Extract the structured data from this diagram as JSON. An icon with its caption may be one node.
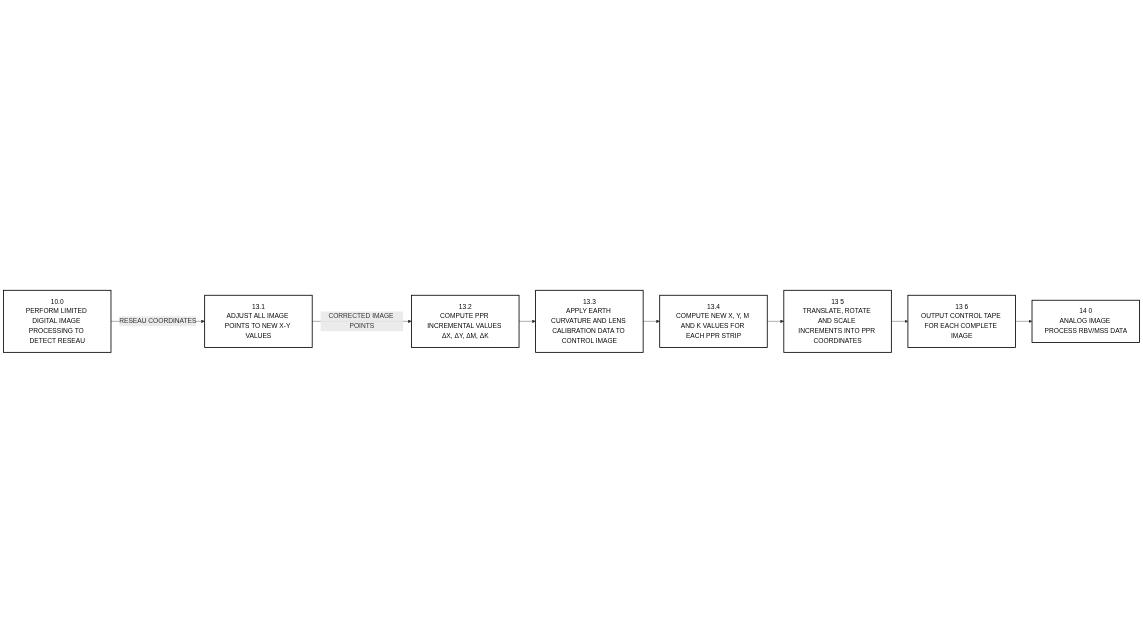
{
  "diagram": {
    "nodes": [
      {
        "text": [
          "10.0",
          "PERFORM LIMITED DIGITAL IMAGE PROCESSING TO DETECT RESEAU"
        ]
      },
      {
        "text": [
          "13.1",
          "ADJUST ALL IMAGE POINTS TO NEW X-Y VALUES"
        ]
      },
      {
        "text": [
          "13.2",
          "COMPUTE PPR INCREMENTAL VALUES ΔX, ΔY, ΔM, ΔK"
        ]
      },
      {
        "text": [
          "13.3",
          "APPLY EARTH CURVATURE AND LENS CALIBRATION DATA TO CONTROL IMAGE"
        ]
      },
      {
        "text": [
          "13.4",
          "COMPUTE NEW X, Y, M AND K VALUES FOR EACH PPR STRIP"
        ]
      },
      {
        "text": [
          "13 5",
          "TRANSLATE, ROTATE AND SCALE INCREMENTS INTO PPR COORDINATES"
        ]
      },
      {
        "text": [
          "13 6",
          "OUTPUT CONTROL TAPE FOR EACH COMPLETE IMAGE"
        ]
      },
      {
        "text": [
          "14 0",
          "ANALOG IMAGE PROCESS RBV/MSS DATA"
        ]
      }
    ],
    "edges": [
      {
        "from": 0,
        "to": 1,
        "arrow": "to",
        "label": "RESEAU COORDINATES"
      },
      {
        "from": 1,
        "to": 2,
        "arrow": "to",
        "label": "CORRECTED IMAGE POINTS"
      },
      {
        "from": 2,
        "to": 3,
        "arrow": "to"
      },
      {
        "from": 3,
        "to": 4,
        "arrow": "to"
      },
      {
        "from": 4,
        "to": 5,
        "arrow": "to"
      },
      {
        "from": 5,
        "to": 6,
        "arrow": "to"
      },
      {
        "from": 6,
        "to": 7,
        "arrow": "to"
      }
    ]
  }
}
